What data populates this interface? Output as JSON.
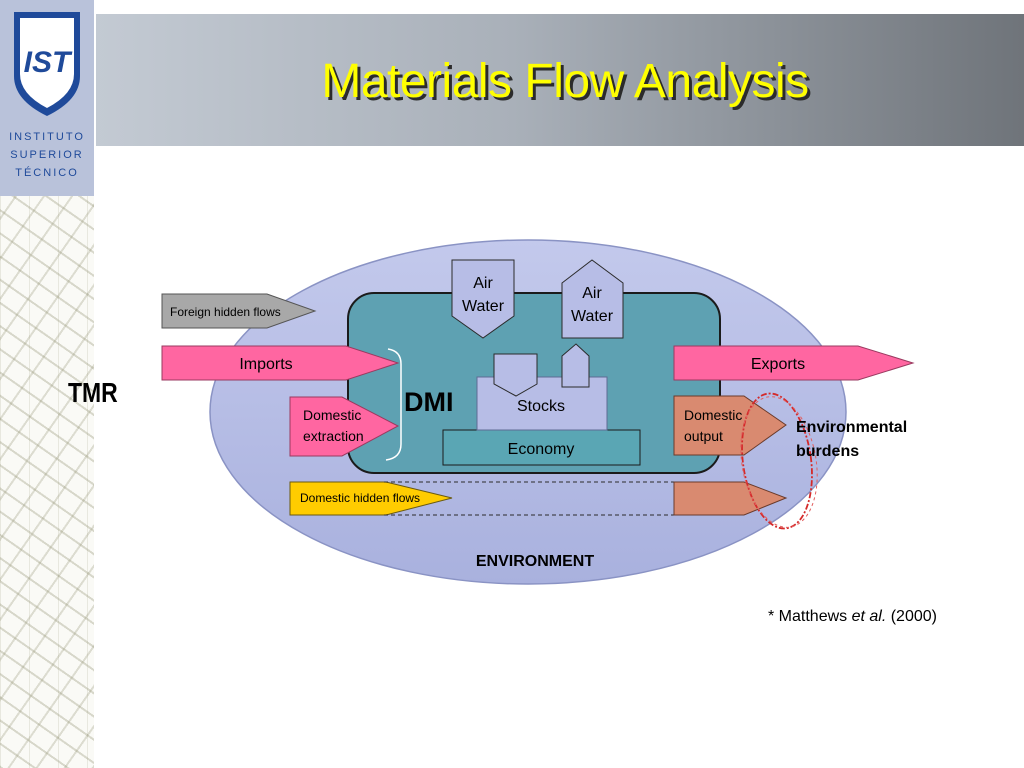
{
  "slide": {
    "title": "Materials Flow Analysis",
    "logo_lines": [
      "INSTITUTO",
      "SUPERIOR",
      "TÉCNICO"
    ],
    "logo_mark": "IST"
  },
  "diagram": {
    "tmr": "TMR",
    "dmi": "DMI",
    "environment": "ENVIRONMENT",
    "environmental_burdens": [
      "Environmental",
      "burdens"
    ],
    "foreign_hidden_flows": "Foreign hidden flows",
    "imports": "Imports",
    "exports": "Exports",
    "domestic_extraction": [
      "Domestic",
      "extraction"
    ],
    "domestic_output": [
      "Domestic",
      "output"
    ],
    "domestic_hidden_flows": "Domestic hidden flows",
    "air_water_in": [
      "Air",
      "Water"
    ],
    "air_water_out": [
      "Air",
      "Water"
    ],
    "stocks": "Stocks",
    "economy": "Economy"
  },
  "citation": {
    "prefix": "* Matthews ",
    "etal": "et al.",
    "year": " (2000)"
  },
  "colors": {
    "title": "#ffff00",
    "environment_fill": "#b6bde4",
    "economy_fill": "#5ea1b2",
    "pink": "#ff66a1",
    "gray": "#a8a8a8",
    "yellow": "#ffcc00",
    "salmon": "#d98a70",
    "red_ellipse": "#d42a2a"
  }
}
